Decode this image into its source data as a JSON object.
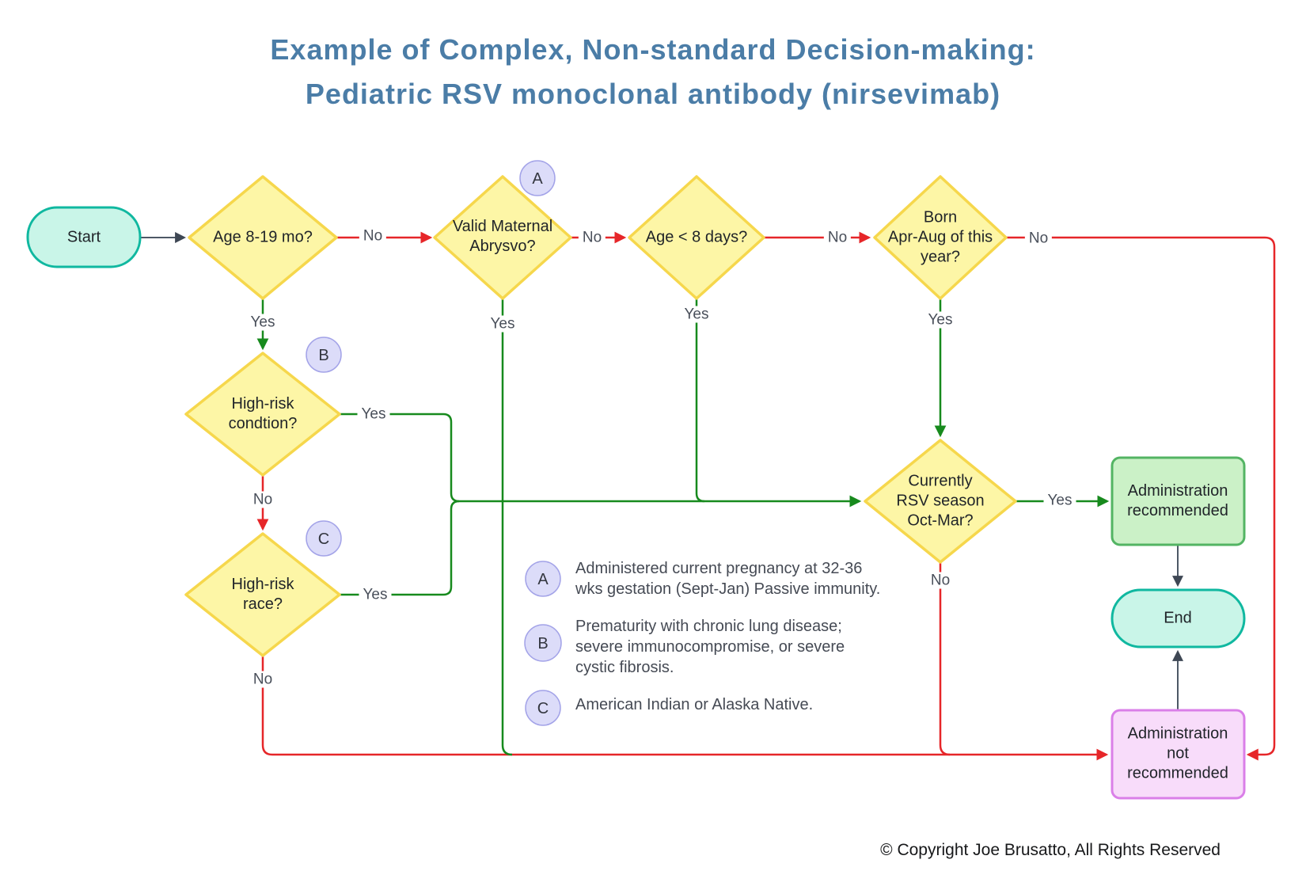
{
  "title": {
    "line1": "Example of Complex, Non-standard Decision-making:",
    "line2": "Pediatric RSV monoclonal antibody (nirsevimab)"
  },
  "nodes": {
    "start": {
      "label": "Start"
    },
    "age_8_19": {
      "label": "Age 8-19 mo?"
    },
    "valid_maternal": {
      "label": "Valid Maternal\nAbrysvo?"
    },
    "age_lt_8_days": {
      "label": "Age < 8 days?"
    },
    "born_apr_aug": {
      "label": "Born\nApr-Aug of this\nyear?"
    },
    "high_risk_condition": {
      "label": "High-risk\ncondtion?"
    },
    "high_risk_race": {
      "label": "High-risk\nrace?"
    },
    "rsv_season": {
      "label": "Currently\nRSV season\nOct-Mar?"
    },
    "admin_recommended": {
      "label": "Administration\nrecommended"
    },
    "end": {
      "label": "End"
    },
    "admin_not_recommended": {
      "label": "Administration\nnot\nrecommended"
    }
  },
  "badges": {
    "a": "A",
    "b": "B",
    "c": "C"
  },
  "edge_labels": {
    "age_no": "No",
    "maternal_no": "No",
    "age8days_no": "No",
    "born_no": "No",
    "age_yes": "Yes",
    "maternal_yes": "Yes",
    "age8days_yes": "Yes",
    "born_yes": "Yes",
    "condition_yes": "Yes",
    "condition_no": "No",
    "race_yes": "Yes",
    "race_no": "No",
    "season_yes": "Yes",
    "season_no": "No"
  },
  "legend": {
    "a": {
      "badge": "A",
      "text": "Administered current pregnancy at 32-36\nwks gestation (Sept-Jan)  Passive immunity."
    },
    "b": {
      "badge": "B",
      "text": "Prematurity with chronic lung disease;\nsevere immunocompromise, or severe\ncystic fibrosis."
    },
    "c": {
      "badge": "C",
      "text": "American Indian or Alaska Native."
    }
  },
  "footer": {
    "copyright": "© Copyright Joe Brusatto, All Rights Reserved"
  },
  "colors": {
    "title_text": "#4b7da7",
    "decision_fill": "#fdf6a6",
    "decision_border": "#f6d74c",
    "terminal_fill": "#c9f5e8",
    "terminal_border": "#10b8a0",
    "recommended_fill": "#cbf1c7",
    "recommended_border": "#53b463",
    "not_recommended_fill": "#f8dcfa",
    "not_recommended_border": "#da7fe8",
    "badge_fill": "#dcdcf9",
    "badge_border": "#a3a3e8",
    "edge_yes": "#178a1d",
    "edge_no": "#e62629",
    "edge_neutral": "#4d5866",
    "node_text": "#1f2328"
  }
}
